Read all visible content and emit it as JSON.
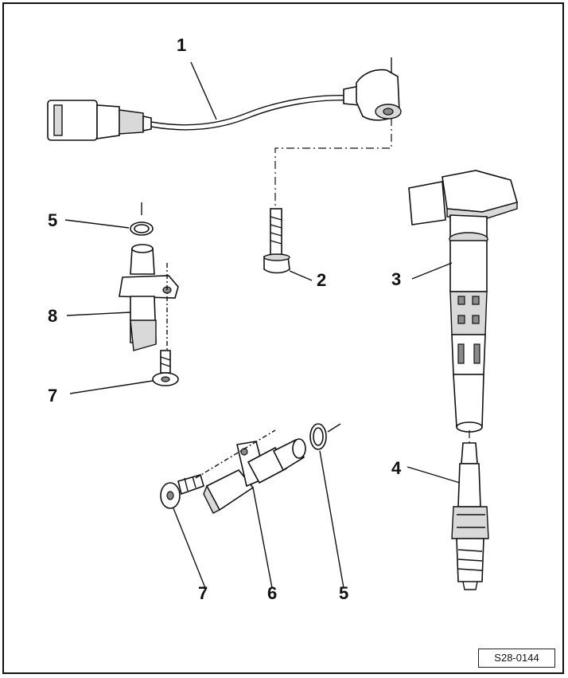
{
  "diagram": {
    "callouts": {
      "c1": "1",
      "c2": "2",
      "c3": "3",
      "c4": "4",
      "c5a": "5",
      "c5b": "5",
      "c6": "6",
      "c7a": "7",
      "c7b": "7",
      "c8": "8"
    },
    "reference_code": "S28-0144",
    "colors": {
      "line": "#111111",
      "fill": "#ffffff",
      "shade": "#d9d9d9",
      "dark": "#8a8a8a"
    }
  }
}
